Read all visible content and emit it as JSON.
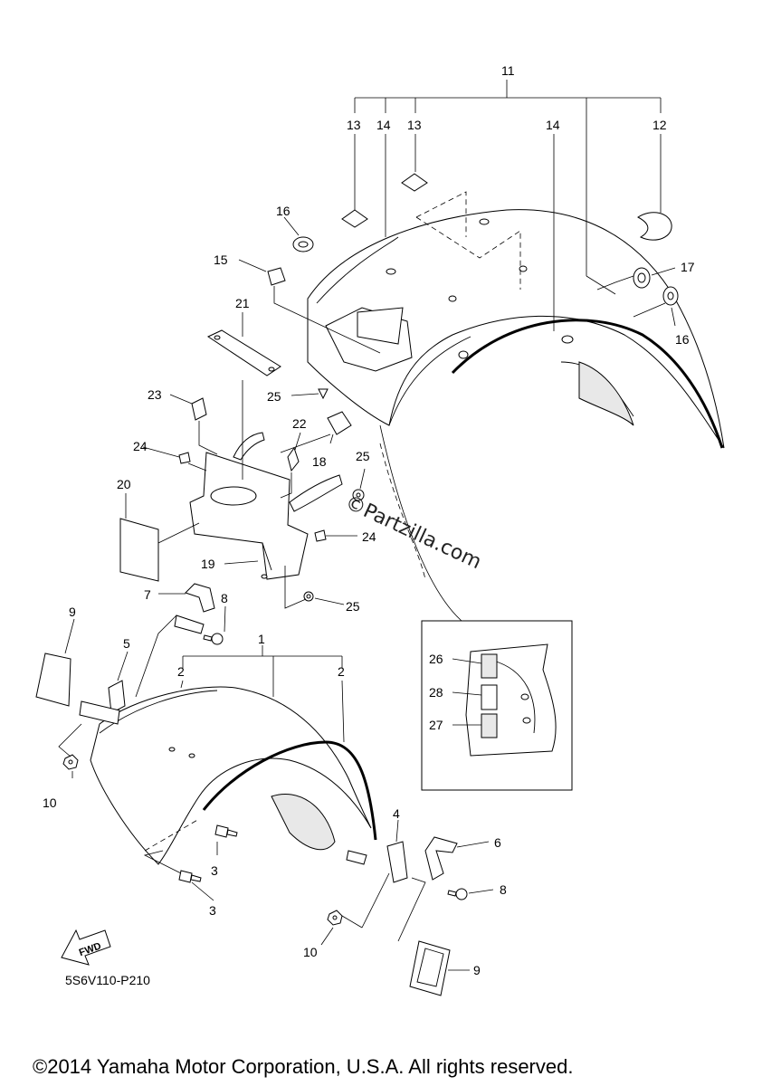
{
  "diagram": {
    "labels": {
      "n1": "1",
      "n2a": "2",
      "n2b": "2",
      "n3a": "3",
      "n3b": "3",
      "n4": "4",
      "n5": "5",
      "n6": "6",
      "n7": "7",
      "n8a": "8",
      "n8b": "8",
      "n9a": "9",
      "n9b": "9",
      "n10a": "10",
      "n10b": "10",
      "n11": "11",
      "n12": "12",
      "n13a": "13",
      "n13b": "13",
      "n14a": "14",
      "n14b": "14",
      "n15": "15",
      "n16a": "16",
      "n16b": "16",
      "n17": "17",
      "n18": "18",
      "n19": "19",
      "n20": "20",
      "n21": "21",
      "n22": "22",
      "n23": "23",
      "n24a": "24",
      "n24b": "24",
      "n25a": "25",
      "n25b": "25",
      "n25c": "25",
      "n26": "26",
      "n27": "27",
      "n28": "28"
    },
    "fwd_label": "FWD",
    "figure_code": "5S6V110-P210",
    "watermark": "©Partzilla.com",
    "copyright": "©2014 Yamaha Motor Corporation, U.S.A. All rights reserved."
  }
}
